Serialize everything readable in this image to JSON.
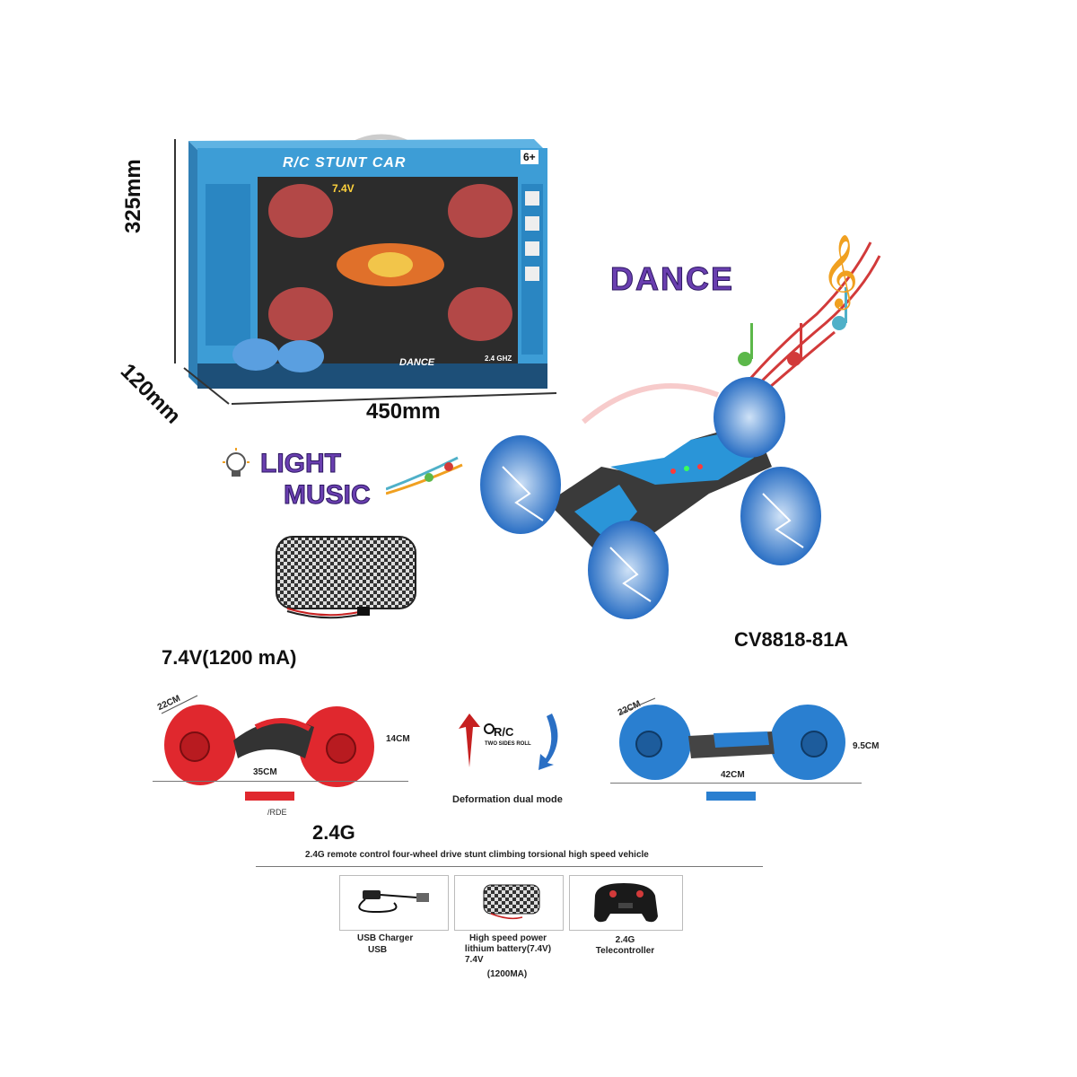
{
  "package": {
    "height": "325mm",
    "depth": "120mm",
    "width": "450mm",
    "box_title": "R/C STUNT CAR",
    "box_voltage": "7.4V",
    "box_dance": "DANCE",
    "box_age": "6+",
    "box_freq": "2.4 GHZ"
  },
  "features": {
    "dance": "DANCE",
    "light": "LIGHT",
    "music": "MUSIC"
  },
  "battery": {
    "spec": "7.4V(1200 mA)"
  },
  "model": "CV8818-81A",
  "modes": {
    "red": {
      "length": "35CM",
      "height": "14CM",
      "width": "22CM",
      "color_label": "/RDE"
    },
    "blue": {
      "length": "42CM",
      "height": "9.5CM",
      "width": "22CM"
    },
    "rc_text": "R/C",
    "rc_sub": "TWO SIDES ROLL",
    "caption": "Deformation dual mode"
  },
  "freq": "2.4G",
  "description": "2.4G remote control four-wheel drive stunt climbing torsional high speed vehicle",
  "accessories": [
    {
      "line1": "USB Charger",
      "line2": "USB"
    },
    {
      "line1": "High speed power",
      "line2": "lithium battery(7.4V)",
      "line3": "7.4V",
      "line4": "(1200MA)"
    },
    {
      "line1": "2.4G",
      "line2": "Telecontroller"
    }
  ],
  "colors": {
    "red": "#e0282e",
    "blue": "#2a7fd0",
    "box_blue": "#3d9dd6"
  }
}
